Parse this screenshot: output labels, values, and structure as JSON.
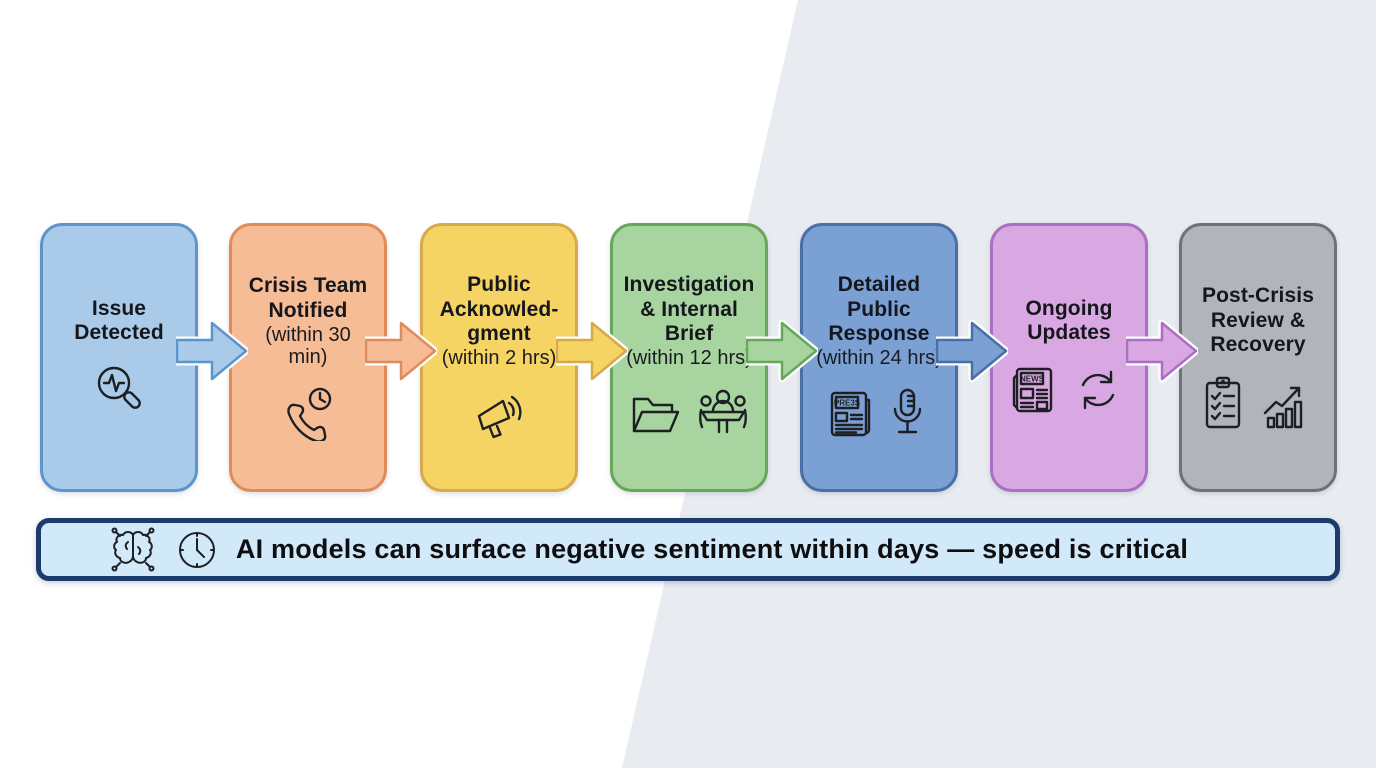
{
  "background": {
    "left_color": "#ffffff",
    "right_color": "#e8ecf1"
  },
  "flow": {
    "arrow_casing": "#ffffff",
    "steps": [
      {
        "title": "Issue\nDetected",
        "subtitle": "",
        "fill": "#a9cbe9",
        "border": "#5d94cb",
        "icons": [
          "magnifier-pulse-icon"
        ]
      },
      {
        "title": "Crisis Team\nNotified",
        "subtitle": "(within 30\nmin)",
        "fill": "#f6bc96",
        "border": "#e08c5a",
        "icons": [
          "phone-clock-icon"
        ]
      },
      {
        "title": "Public\nAcknowled-\ngment",
        "subtitle": "(within 2 hrs)",
        "fill": "#f6d463",
        "border": "#d8a94c",
        "icons": [
          "megaphone-icon"
        ]
      },
      {
        "title": "Investigation\n& Internal\nBrief",
        "subtitle": "(within 12 hrs)",
        "fill": "#a8d4a0",
        "border": "#67a75c",
        "icons": [
          "open-folder-icon",
          "meeting-table-icon"
        ]
      },
      {
        "title": "Detailed\nPublic\nResponse",
        "subtitle": "(within 24 hrs)",
        "fill": "#7aa0d4",
        "border": "#4a6fa6",
        "icons": [
          "press-newspaper-icon",
          "microphone-icon"
        ],
        "press_label": "PRE3S"
      },
      {
        "title": "Ongoing\nUpdates",
        "subtitle": "",
        "fill": "#d9a8e2",
        "border": "#aa6fc2",
        "icons": [
          "news-newspaper-icon",
          "refresh-icon"
        ],
        "news_label": "NEWS"
      },
      {
        "title": "Post-Crisis\nReview &\nRecovery",
        "subtitle": "",
        "fill": "#b1b5bb",
        "border": "#6d7279",
        "icons": [
          "clipboard-checklist-icon",
          "growth-chart-icon"
        ]
      }
    ]
  },
  "banner": {
    "text": "AI models can surface negative sentiment within days — speed is critical",
    "fill": "#d2e9fa",
    "border": "#1c3a6e",
    "text_color": "#0e0e10",
    "icons": [
      "ai-brain-icon",
      "clock-icon"
    ]
  }
}
